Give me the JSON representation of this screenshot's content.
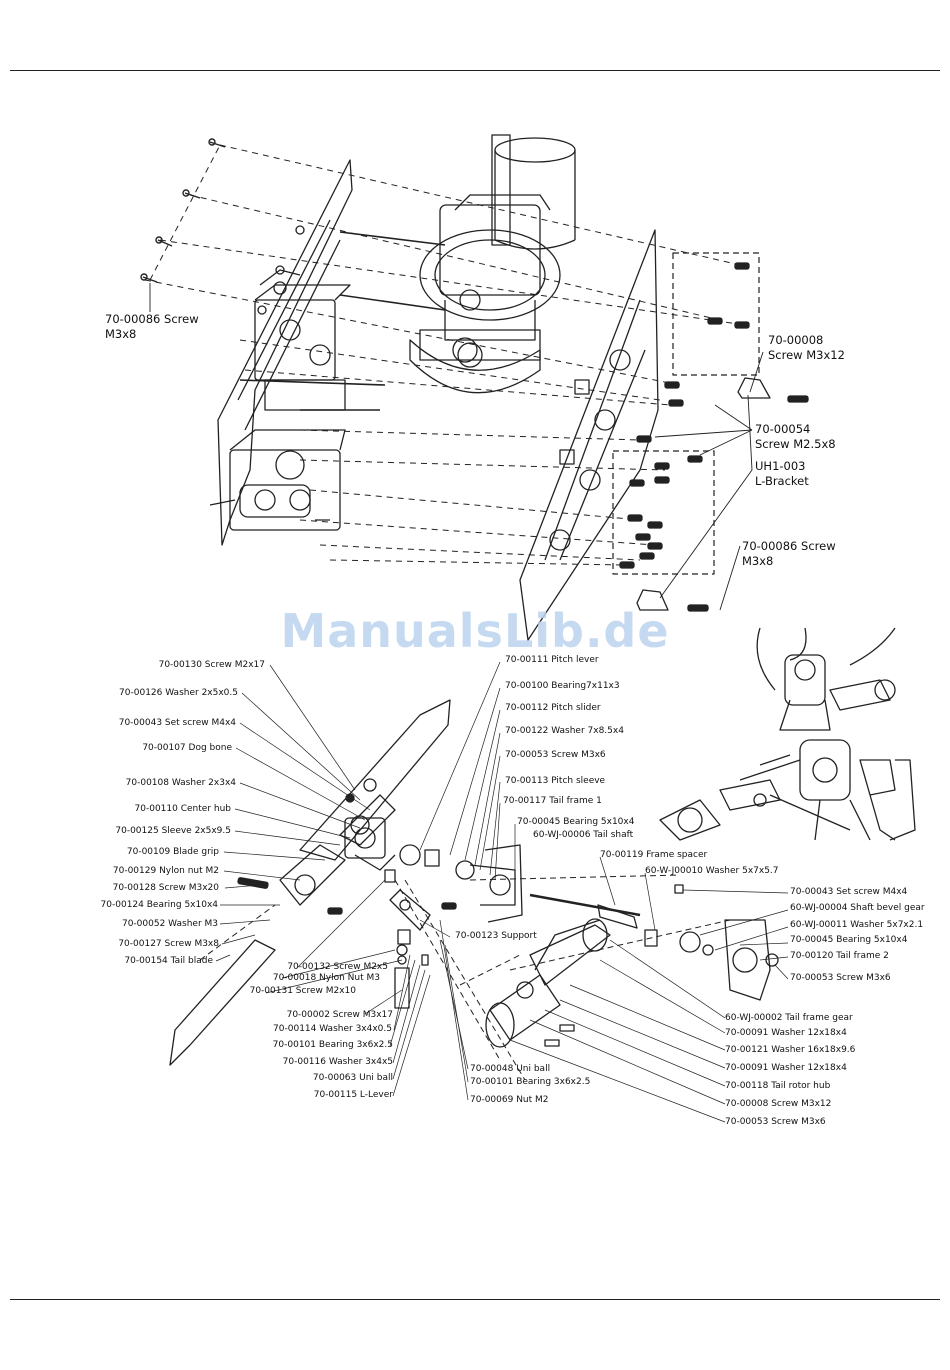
{
  "watermark": "ManualsLib.de",
  "top_labels": [
    {
      "id": "screw-m3x8-left",
      "text": "70-00086 Screw\nM3x8"
    },
    {
      "id": "screw-m3x12-top",
      "text": "70-00008\nScrew M3x12"
    },
    {
      "id": "screw-m25x8",
      "text": "70-00054\nScrew M2.5x8"
    },
    {
      "id": "l-bracket",
      "text": "UH1-003\nL-Bracket"
    },
    {
      "id": "screw-m3x8-right",
      "text": "70-00086 Screw\nM3x8"
    }
  ],
  "tail_left_labels": [
    "70-00130 Screw M2x17",
    "70-00126 Washer 2x5x0.5",
    "70-00043 Set screw M4x4",
    "70-00107 Dog bone",
    "70-00108 Washer 2x3x4",
    "70-00110 Center hub",
    "70-00125 Sleeve 2x5x9.5",
    "70-00109 Blade grip",
    "70-00129 Nylon nut M2",
    "70-00128 Screw M3x20",
    "70-00124 Bearing 5x10x4",
    "70-00052 Washer M3",
    "70-00127 Screw M3x8",
    "70-00154 Tail blade"
  ],
  "tail_center_top_labels": [
    "70-00111 Pitch lever",
    "70-00100 Bearing7x11x3",
    "70-00112 Pitch slider",
    "70-00122 Washer 7x8.5x4",
    "70-00053 Screw M3x6",
    "70-00113 Pitch sleeve",
    "70-00117 Tail frame 1",
    "70-00045 Bearing 5x10x4",
    "60-WJ-00006 Tail shaft",
    "70-00119 Frame spacer",
    "60-W-J00010 Washer 5x7x5.7"
  ],
  "tail_right_labels": [
    "70-00043 Set screw M4x4",
    "60-WJ-00004 Shaft bevel gear",
    "60-WJ-00011 Washer 5x7x2.1",
    "70-00045 Bearing 5x10x4",
    "70-00120 Tail frame 2",
    "70-00053 Screw M3x6"
  ],
  "tail_support_label": "70-00123 Support",
  "tail_bottom_left_labels": [
    "70-00132 Screw M2x5",
    "70-00018 Nylon Nut M3",
    "70-00131 Screw M2x10",
    "70-00002 Screw M3x17",
    "70-00114 Washer 3x4x0.5",
    "70-00101 Bearing 3x6x2.5",
    "70-00116 Washer 3x4x5",
    "70-00063 Uni ball",
    "70-00115 L-Lever"
  ],
  "tail_bottom_center_labels": [
    "70-00048 Uni ball",
    "70-00101 Bearing 3x6x2.5",
    "70-00069 Nut M2"
  ],
  "tail_bottom_right_labels": [
    "60-WJ-00002 Tail frame gear",
    "70-00091 Washer 12x18x4",
    "70-00121 Washer 16x18x9.6",
    "70-00091 Washer 12x18x4",
    "70-00118 Tail rotor hub",
    "70-00008 Screw M3x12",
    "70-00053 Screw M3x6"
  ]
}
